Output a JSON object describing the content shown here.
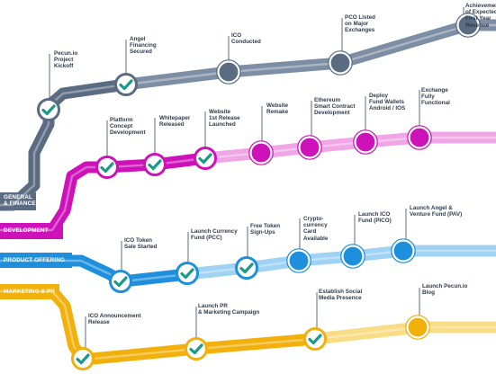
{
  "colors": {
    "general": "#5a6b82",
    "general_light": "#7d8da3",
    "development": "#cc12b8",
    "development_light": "#f0a6e6",
    "product": "#1d8fdc",
    "product_light": "#9fd2f3",
    "marketing": "#f2b00c",
    "marketing_light": "#f9dc86",
    "label_text": "#2f3b4b",
    "check": "#1a9b8a"
  },
  "tracks": {
    "general": "GENERAL\n& FINANCE",
    "development": "DEVELOPMENT",
    "product": "PRODUCT OFFERING",
    "marketing": "MARKETING & PR"
  },
  "general_milestones": [
    {
      "label": "Pecun.io\nProject\nKickoff",
      "done": true
    },
    {
      "label": "Angel\nFinancing\nSecured",
      "done": true
    },
    {
      "label": "ICO\nConducted",
      "done": false
    },
    {
      "label": "PCO Listed\non Major\nExchanges",
      "done": false
    },
    {
      "label": "Achievement\nof Expected\nFirst Year\nRevenue",
      "done": false
    }
  ],
  "development_milestones": [
    {
      "label": "Platform\nConcept\nDevelopment",
      "done": true
    },
    {
      "label": "Whitepaper\nReleased",
      "done": true
    },
    {
      "label": "Website\n1st Release\nLaunched",
      "done": true
    },
    {
      "label": "Website\nRemake",
      "done": false
    },
    {
      "label": "Ethereum\nSmart Contract\nDevelopment",
      "done": false
    },
    {
      "label": "Deploy\nFund Wallets\nAndroid / IOS",
      "done": false
    },
    {
      "label": "Exchange\nFully\nFunctional",
      "done": false
    }
  ],
  "product_milestones": [
    {
      "label": "ICO Token\nSale Started",
      "done": true
    },
    {
      "label": "Launch Currency\nFund (PCC)",
      "done": true
    },
    {
      "label": "Free Token\nSign-Ups",
      "done": true
    },
    {
      "label": "Crypto-\ncurrency\nCard\nAvailable",
      "done": false
    },
    {
      "label": "Launch ICO\nFund (PICO)",
      "done": false
    },
    {
      "label": "Launch Angel &\nVenture Fund (PAV)",
      "done": false
    }
  ],
  "marketing_milestones": [
    {
      "label": "ICO Announcement\nRelease",
      "done": true
    },
    {
      "label": "Launch PR\n& Marketing Campaign",
      "done": true
    },
    {
      "label": "Establish Social\nMedia Presence",
      "done": true
    },
    {
      "label": "Launch Pecun.io\nBlog",
      "done": false
    }
  ]
}
